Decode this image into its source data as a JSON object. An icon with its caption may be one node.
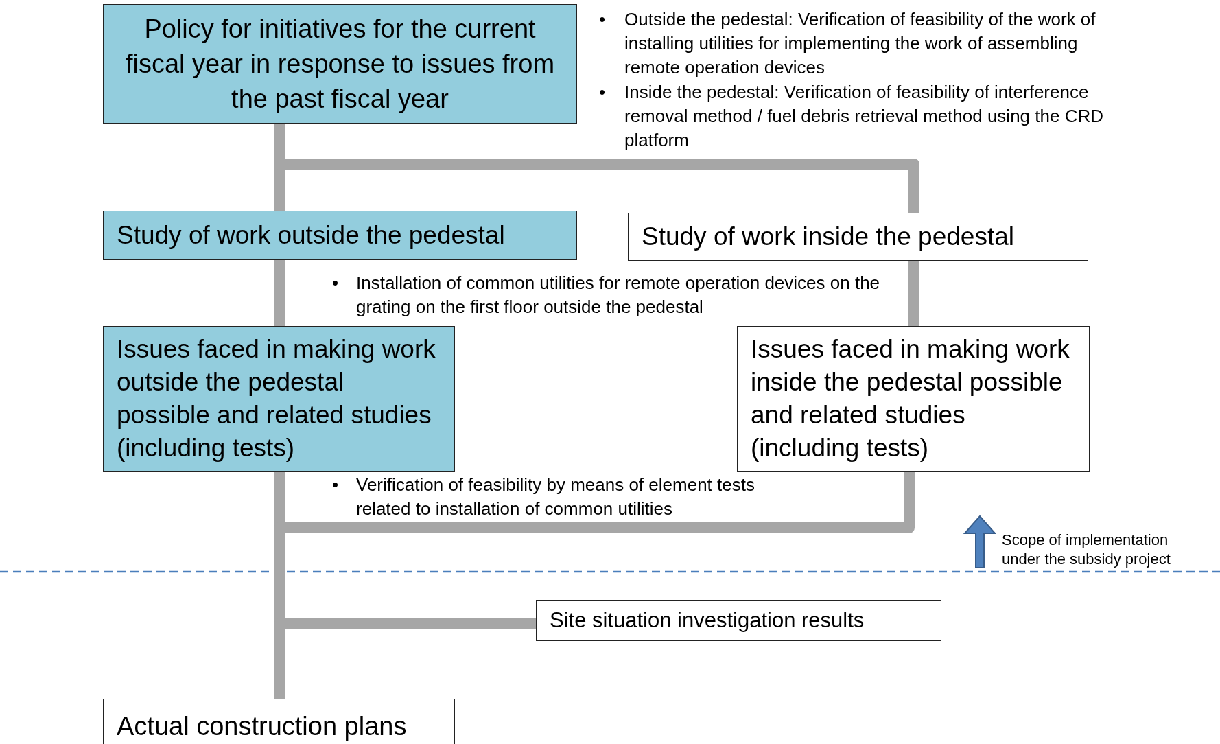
{
  "diagram": {
    "nodes": [
      {
        "text": [
          "Policy for initiatives for the current fiscal year in response to issues from the past fiscal year"
        ]
      },
      {
        "text": [
          "Study of work outside the pedestal"
        ]
      },
      {
        "text": [
          "Study of work inside the pedestal"
        ]
      },
      {
        "text": [
          "Issues faced in making work outside the pedestal possible and related studies (including tests)"
        ]
      },
      {
        "text": [
          "Issues faced in making work inside the pedestal possible and related studies (including tests)"
        ]
      },
      {
        "text": [
          "Site situation investigation results"
        ]
      },
      {
        "text": [
          "Actual construction plans"
        ]
      }
    ],
    "edges": [
      {
        "from": 0,
        "to": 1,
        "arrow": "none"
      },
      {
        "from": 0,
        "to": 2,
        "arrow": "none"
      },
      {
        "from": 1,
        "to": 3,
        "arrow": "none"
      },
      {
        "from": 2,
        "to": 4,
        "arrow": "none"
      },
      {
        "from": 3,
        "to": 6,
        "arrow": "none"
      },
      {
        "from": 4,
        "to": 6,
        "arrow": "none"
      },
      {
        "from": 5,
        "to": 6,
        "arrow": "none"
      }
    ],
    "labels": [
      "•",
      "Outside the pedestal: Verification of feasibility of the work of installing utilities for implementing the work of assembling remote operation devices",
      "•",
      "Inside the pedestal: Verification of feasibility of interference removal method / fuel debris retrieval method using the CRD platform",
      "•",
      "Installation of common utilities for remote operation devices on the grating on the first floor outside the pedestal",
      "•",
      "Verification of feasibility by means of element tests related to installation of common utilities",
      "Scope of implementation under the subsidy project"
    ]
  }
}
